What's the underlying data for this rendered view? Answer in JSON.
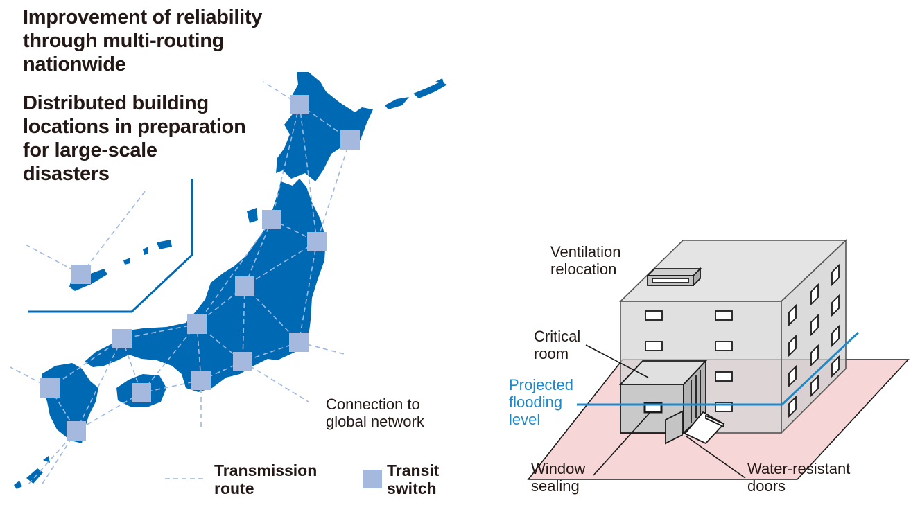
{
  "headings": {
    "reliability": "Improvement of reliability\nthrough multi-routing\nnationwide",
    "distributed": "Distributed building\nlocations in preparation\nfor large-scale\ndisasters"
  },
  "map": {
    "connection_label": "Connection to\nglobal network"
  },
  "legend": {
    "route_label": "Transmission\nroute",
    "switch_label": "Transit\nswitch"
  },
  "building": {
    "ventilation_label": "Ventilation\nrelocation",
    "critical_room_label": "Critical\nroom",
    "flooding_label": "Projected\nflooding\nlevel",
    "window_label": "Window\nsealing",
    "doors_label": "Water-resistant\ndoors"
  },
  "colors": {
    "land": "#0069b4",
    "switch": "#a5b9de",
    "route": "#9fb9e0",
    "flood_line": "#1f88c9",
    "flood_plane": "#f6d6d6",
    "building": "#d3d3d3"
  }
}
